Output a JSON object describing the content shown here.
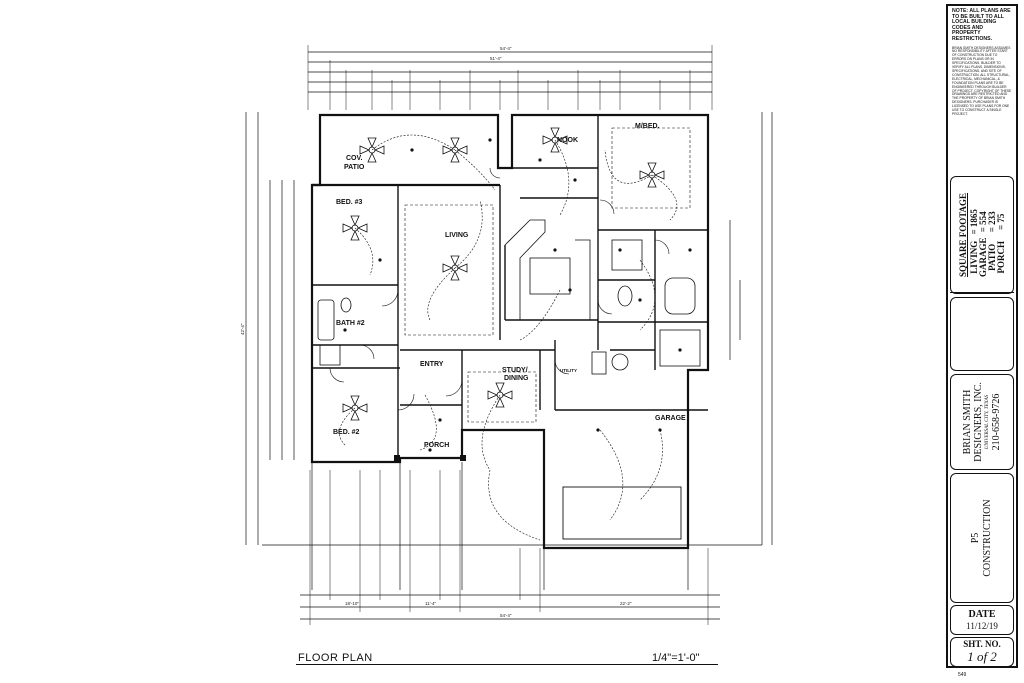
{
  "plan": {
    "rooms": [
      {
        "id": "cov-patio",
        "label": "COV.",
        "label2": "PATIO"
      },
      {
        "id": "bed3",
        "label": "BED. #3"
      },
      {
        "id": "living",
        "label": "LIVING"
      },
      {
        "id": "nook",
        "label": "NOOK"
      },
      {
        "id": "mbed",
        "label": "M/BED."
      },
      {
        "id": "bath2",
        "label": "BATH #2"
      },
      {
        "id": "entry",
        "label": "ENTRY"
      },
      {
        "id": "study",
        "label": "STUDY/",
        "label2": "DINING"
      },
      {
        "id": "bed2",
        "label": "BED. #2"
      },
      {
        "id": "porch",
        "label": "PORCH"
      },
      {
        "id": "garage",
        "label": "GARAGE"
      },
      {
        "id": "utility",
        "label": "UTILITY"
      }
    ],
    "overall_top": "54'-4\"",
    "overall_top2": "51'-4\"",
    "overall_bottom": "54'-4\"",
    "bottom_dims": [
      "18'-10\"",
      "11'-4\"",
      "22'-2\""
    ],
    "side_dim": "42'-4\""
  },
  "footer": {
    "title": "FLOOR PLAN",
    "scale": "1/4\"=1'-0\""
  },
  "titleblock": {
    "note_title": "NOTE: ALL PLANS ARE TO BE BUILT TO ALL LOCAL BUILDING CODES AND PROPERTY RESTRICTIONS.",
    "note_body": "BRIAN SMITH DESIGNERS ASSUMES NO RESPONSIBILITY AFTER START OF CONSTRUCTION DUE TO ERRORS ON PLANS OR IN SPECIFICATIONS. BUILDER TO VERIFY ALL PLANS, DIMENSIONS, SPECIFICATIONS, AND SITE OF CONSTRUCTION. ALL STRUCTURAL, ELECTRICAL, MECHANICAL, & FOUNDATION PLANS ARE TO BE ENGINEERED THROUGH BUILDER OF PROJECT. COPYRIGHT OF THESE DRAWINGS ARE RESTRICTED AND THE PROPERTY OF BRIAN SMITH DESIGNERS. PURCHASER IS LICENSED TO USE PLANS FOR ONE USE TO CONSTRUCT A SINGLE PROJECT.",
    "sqft_title": "SQUARE FOOTAGE",
    "sqft": [
      {
        "name": "LIVING",
        "value": "= 1865"
      },
      {
        "name": "GARAGE",
        "value": "= 554"
      },
      {
        "name": "PATIO",
        "value": "= 233"
      },
      {
        "name": "PORCH",
        "value": "= 75"
      }
    ],
    "firm_name": "BRIAN SMITH",
    "firm_name2": "DESIGNERS, INC.",
    "firm_city": "UNIVERSAL CITY, TEXAS",
    "firm_phone": "210-658-9726",
    "client": "P5",
    "client2": "CONSTRUCTION",
    "date_label": "DATE",
    "date_value": "11/12/19",
    "sheet_label": "SHT. NO.",
    "sheet_value": "1 of 2",
    "code": "549"
  }
}
